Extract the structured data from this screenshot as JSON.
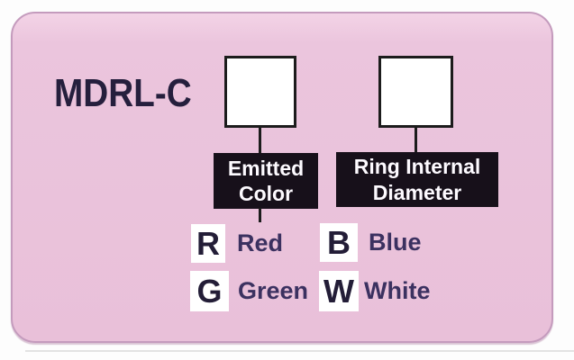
{
  "panel": {
    "model_code": "MDRL-C",
    "fields": [
      {
        "label_line1": "Emitted",
        "label_line2": "Color",
        "options": [
          {
            "code": "R",
            "name": "Red"
          },
          {
            "code": "G",
            "name": "Green"
          }
        ]
      },
      {
        "label_line1": "Ring Internal",
        "label_line2": "Diameter",
        "options": [
          {
            "code": "B",
            "name": "Blue"
          },
          {
            "code": "W",
            "name": "White"
          }
        ]
      }
    ]
  },
  "colors": {
    "panel_background": "#ebc5dd",
    "panel_border": "#c49bbd",
    "label_box_background": "#17101a",
    "label_box_text": "#fdfaff",
    "code_letter_text": "#231d37",
    "option_name_text": "#3b3160",
    "model_code_text": "#251f3d",
    "connector_line": "#1c1c1c"
  }
}
